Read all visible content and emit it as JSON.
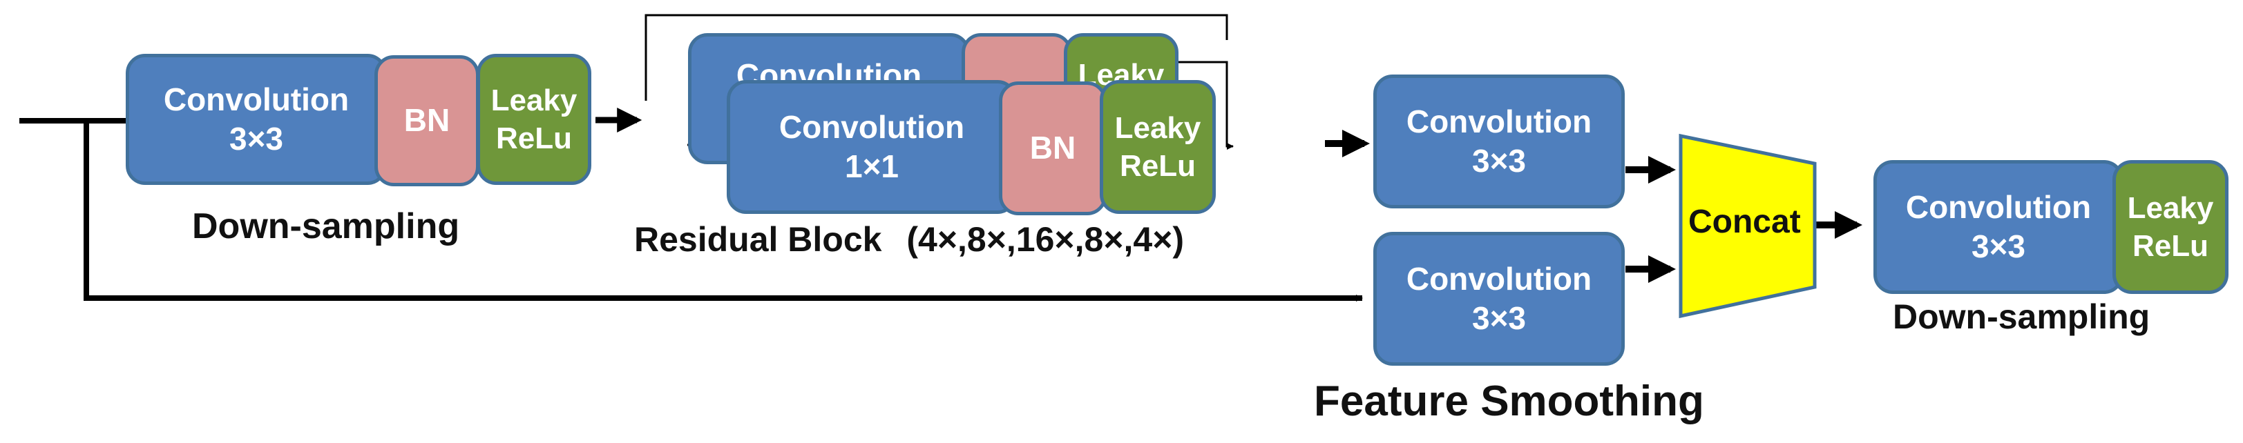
{
  "downsample1": {
    "conv_title": "Convolution",
    "conv_kernel": "3×3",
    "bn": "BN",
    "relu_line1": "Leaky",
    "relu_line2": "ReLu",
    "caption": "Down-sampling"
  },
  "residual": {
    "back_conv_title": "Convolution",
    "back_relu_line1": "Leaky",
    "conv_title": "Convolution",
    "conv_kernel": "1×1",
    "bn": "BN",
    "relu_line1": "Leaky",
    "relu_line2": "ReLu",
    "caption": "Residual Block",
    "caption_counts": "(4×,8×,16×,8×,4×)"
  },
  "smoothing": {
    "conv_top_title": "Convolution",
    "conv_top_kernel": "3×3",
    "conv_bottom_title": "Convolution",
    "conv_bottom_kernel": "3×3",
    "caption": "Feature Smoothing"
  },
  "concat": {
    "label": "Concat"
  },
  "downsample2": {
    "conv_title": "Convolution",
    "conv_kernel": "3×3",
    "relu_line1": "Leaky",
    "relu_line2": "ReLu",
    "caption": "Down-sampling"
  },
  "colors": {
    "conv": "#4f7fbd",
    "bn": "#d99494",
    "relu": "#6f973a",
    "concat": "#ffff00",
    "border": "#41719c"
  }
}
